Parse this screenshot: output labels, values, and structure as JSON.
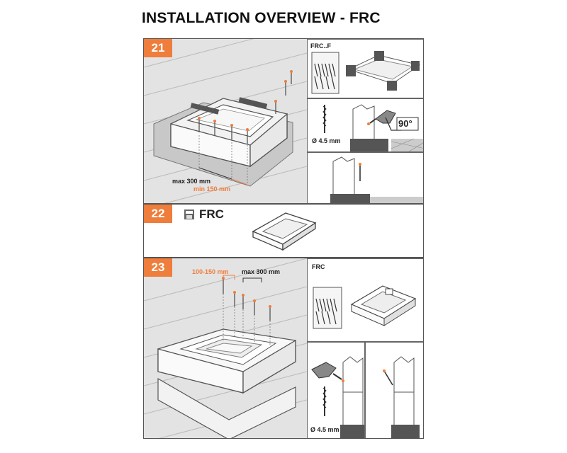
{
  "title": "INSTALLATION OVERVIEW - FRC",
  "steps": [
    {
      "number": "21",
      "dim_max": "max 300 mm",
      "dim_min": "min 150 mm",
      "kit_label": "FRC..F",
      "drill_size": "Ø 4.5 mm",
      "angle": "90°"
    },
    {
      "number": "22",
      "product_label": "FRC"
    },
    {
      "number": "23",
      "dim_range": "100-150 mm",
      "dim_max": "max 300 mm",
      "kit_label": "FRC",
      "drill_size": "Ø 4.5 mm"
    }
  ],
  "colors": {
    "accent": "#ef7d3b",
    "roof": "#d6d6d6",
    "outline": "#555555"
  }
}
